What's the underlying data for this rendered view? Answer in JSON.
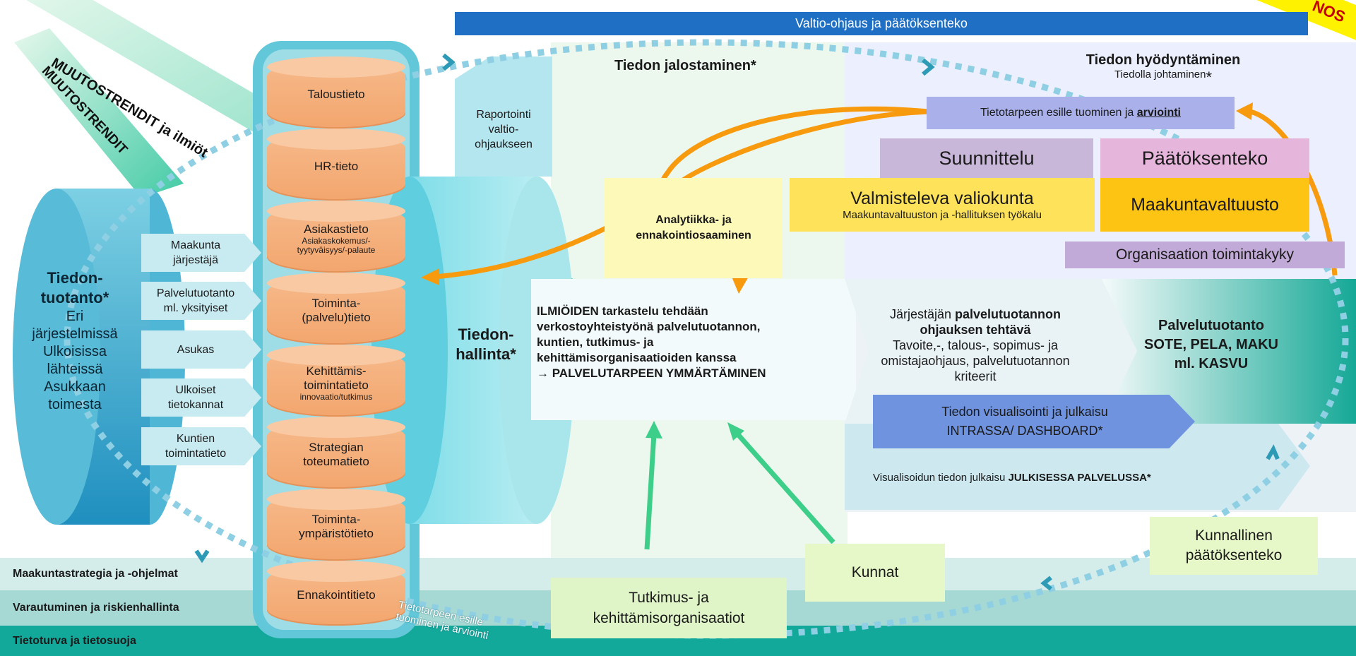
{
  "title_fragment": "",
  "corner_badge": "NOS",
  "top_bar": "Valtio-ohjaus ja päätöksenteko",
  "trends": {
    "primary": "MUUTOSTRENDIT ja ilmiöt",
    "secondary": "MUUTOSTRENDIT"
  },
  "production": {
    "title": "Tiedon-\ntuotanto*",
    "lines": [
      "Eri",
      "järjestelmissä",
      "Ulkoisissa",
      "lähteissä",
      "Asukkaan",
      "toimesta"
    ]
  },
  "sources": [
    {
      "label": "Maakunta\njärjestäjä"
    },
    {
      "label": "Palvelutuotanto\nml. yksityiset"
    },
    {
      "label": "Asukas"
    },
    {
      "label": "Ulkoiset\ntietokannat"
    },
    {
      "label": "Kuntien\ntoimintatieto"
    }
  ],
  "data_stack": [
    {
      "label": "Taloustieto",
      "sub": ""
    },
    {
      "label": "HR-tieto",
      "sub": ""
    },
    {
      "label": "Asiakastieto",
      "sub": "Asiakaskokemus/-\ntyytyväisyys/-palaute"
    },
    {
      "label": "Toiminta-\n(palvelu)tieto",
      "sub": ""
    },
    {
      "label": "Kehittämis-\ntoimintatieto",
      "sub": "innovaatio/tutkimus"
    },
    {
      "label": "Strategian\ntoteumatieto",
      "sub": ""
    },
    {
      "label": "Toiminta-\nympäristötieto",
      "sub": ""
    },
    {
      "label": "Ennakointitieto",
      "sub": ""
    }
  ],
  "reporting": "Raportointi\nvaltio-\nohjaukseen",
  "management": "Tiedon-\nhallinta*",
  "refining": "Tiedon jalostaminen*",
  "utilization": {
    "title": "Tiedon hyödyntäminen",
    "subtitle": "Tiedolla johtaminen"
  },
  "needs_box": {
    "text": "Tietotarpeen esille tuominen ja ",
    "bold": "arviointi"
  },
  "analytics": "Analytiikka- ja\nennakointiosaaminen",
  "planning": "Suunnittelu",
  "decision": "Päätöksenteko",
  "committee": {
    "title": "Valmisteleva valiokunta",
    "sub": "Maakuntavaltuuston ja -hallituksen työkalu"
  },
  "council": "Maakuntavaltuusto",
  "org_capacity": "Organisaation toimintakyky",
  "phenomena": {
    "text": "ILMIÖIDEN tarkastelu tehdään\nverkostoyhteistyönä palvelutuotannon,\nkuntien, tutkimus- ja\nkehittämisorganisaatioiden kanssa",
    "arrow_line": "→ PALVELUTARPEEN YMMÄRTÄMINEN"
  },
  "steering": {
    "line1_plain": "Järjestäjän ",
    "line1_bold": "palvelutuotannon",
    "line2_bold": "ohjauksen tehtävä",
    "rest": "Tavoite,-, talous-, sopimus- ja\nomistajaohjaus, palvelutuotannon\nkriteerit"
  },
  "service_production": "Palvelutuotanto\nSOTE, PELA, MAKU\nml. KASVU",
  "visualization": "Tiedon visualisointi ja julkaisu\nINTRASSA/ DASHBOARD*",
  "public_release": {
    "plain": "Visualisoidun tiedon julkaisu ",
    "bold": "JULKISESSA PALVELUSSA*"
  },
  "municipal_decision": "Kunnallinen\npäätöksenteko",
  "municipalities": "Kunnat",
  "research_orgs": "Tutkimus- ja\nkehittämisorganisaatiot",
  "loop_label": "Tietotarpeen esille\ntuominen ja arviointi",
  "bands": [
    "Maakuntastrategia ja -ohjelmat",
    "Varautuminen ja riskienhallinta",
    "Tietoturva ja tietosuoja"
  ],
  "colors": {
    "orange_arrow": "#f79a0e",
    "green_arrow": "#3dcf8a",
    "teal": "#12a89a",
    "dotted_loop": "#8fcfe3",
    "top_bar": "#1f6fc4"
  }
}
